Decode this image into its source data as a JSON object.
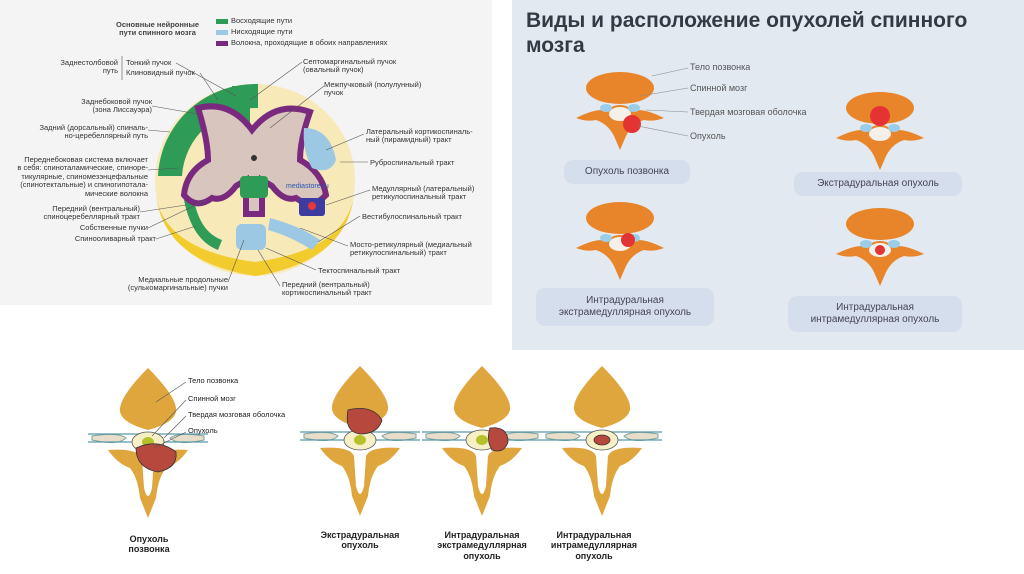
{
  "panel1": {
    "title": "Основные нейронные\nпути спинного мозга",
    "legend": [
      {
        "label": "Восходящие пути",
        "color": "#2e9b57"
      },
      {
        "label": "Нисходящие пути",
        "color": "#9cc8e4"
      },
      {
        "label": "Волокна, проходящие в обоих направлениях",
        "color": "#7a2a7e"
      }
    ],
    "labels_left": [
      "Заднестолбовой\nпуть",
      "Тонкий пучок",
      "Клиновидный пучок",
      "Заднебоковой пучок\n(зона Лиссауэра)",
      "Задний (дорсальный) спиналь-\nно-церебеллярный путь",
      "Переднебоковая система включает\nв себя: спиноталамические, спиноре-\nтикулярные, спиномезэнцефальные\n(спинотектальные) и спиногипотала-\nмические волокна",
      "Передний (вентральный)\nспиноцеребеллярный тракт",
      "Собственные пучки",
      "Спинооливарный тракт",
      "Медиальные продольные\n(сулькомаргинальные) пучки"
    ],
    "labels_right": [
      "Септомаргинальный пучок\n(овальный пучок)",
      "Межпучковый (полулунный)\nпучок",
      "Латеральный кортикоспиналь-\nный (пирамидный) тракт",
      "Руброспинальный тракт",
      "Медуллярный (латеральный)\nретикулоспинальный тракт",
      "Вестибулоспинальный тракт",
      "Мосто-ретикулярный (медиальный\nретикулоспинальный) тракт",
      "Тектоспинальный тракт",
      "Передний (вентральный)\nкортикоспинальный тракт"
    ],
    "watermark": "mediastore.ru"
  },
  "panel2": {
    "title": "Виды и расположение опухолей спинного\nмозга",
    "anatomy_labels": [
      "Тело позвонка",
      "Спинной мозг",
      "Твердая мозговая оболочка",
      "Опухоль"
    ],
    "types": [
      "Опухоль позвонка",
      "Экстрадуральная опухоль",
      "Интрадуральная\nэкстрамедуллярная опухоль",
      "Интрадуральная\nинтрамедуллярная опухоль"
    ]
  },
  "panel3": {
    "anatomy_labels": [
      "Тело позвонка",
      "Спинной мозг",
      "Твердая мозговая оболочка",
      "Опухоль"
    ],
    "captions": [
      "Опухоль\nпозвонка",
      "Экстрадуральная\nопухоль",
      "Интрадуральная\nэкстрамедуллярная\nопухоль",
      "Интрадуральная\nинтрамедуллярная\nопухоль"
    ]
  }
}
